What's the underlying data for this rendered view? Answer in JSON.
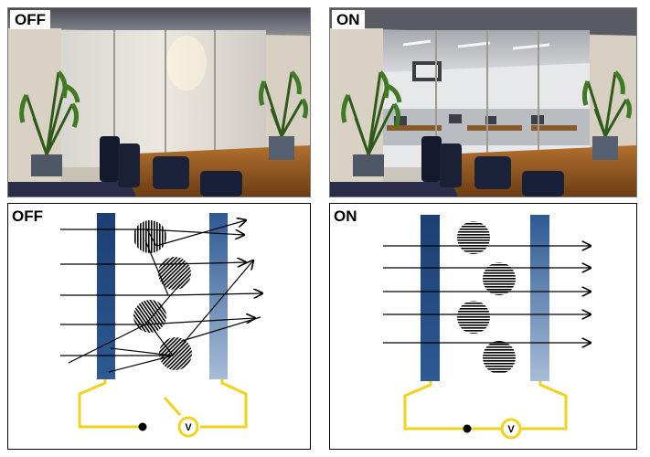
{
  "photos": {
    "off": {
      "label": "OFF"
    },
    "on": {
      "label": "ON"
    }
  },
  "diagrams": {
    "off": {
      "label": "OFF",
      "meter_symbol": "V"
    },
    "on": {
      "label": "ON",
      "meter_symbol": "V"
    }
  },
  "colors": {
    "electrode_dark": "#1c3f73",
    "electrode_light": "#8fa9c9",
    "wire": "#f2d21b",
    "ray": "#000000"
  },
  "icons": [
    "plant-icon",
    "chair-icon",
    "projector-icon",
    "voltmeter-icon",
    "switch-icon"
  ]
}
